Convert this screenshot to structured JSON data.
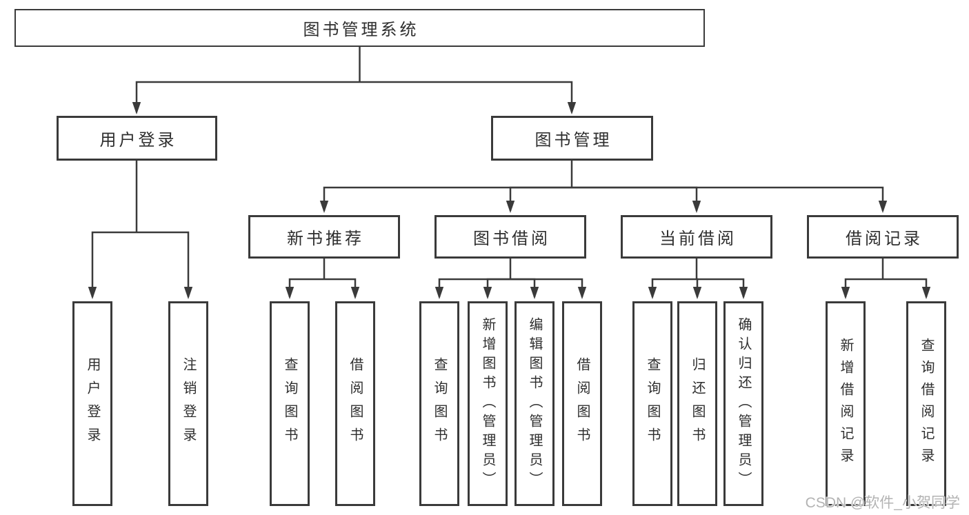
{
  "diagram": {
    "tree": {
      "label": "图书管理系统",
      "children": [
        {
          "label": "用户登录",
          "children": [
            {
              "label": "用户登录"
            },
            {
              "label": "注销登录"
            }
          ]
        },
        {
          "label": "图书管理",
          "children": [
            {
              "label": "新书推荐",
              "children": [
                {
                  "label": "查询图书"
                },
                {
                  "label": "借阅图书"
                }
              ]
            },
            {
              "label": "图书借阅",
              "children": [
                {
                  "label": "查询图书"
                },
                {
                  "label": "新增图书（管理员）"
                },
                {
                  "label": "编辑图书（管理员）"
                },
                {
                  "label": "借阅图书"
                }
              ]
            },
            {
              "label": "当前借阅",
              "children": [
                {
                  "label": "查询图书"
                },
                {
                  "label": "归还图书"
                },
                {
                  "label": "确认归还（管理员）"
                }
              ]
            },
            {
              "label": "借阅记录",
              "children": [
                {
                  "label": "新增借阅记录"
                },
                {
                  "label": "查询借阅记录"
                }
              ]
            }
          ]
        }
      ]
    }
  },
  "watermark": {
    "text": "CSDN @软件_小贺同学"
  },
  "colors": {
    "line": "#3a3a3a",
    "border": "#3a3a3a",
    "text": "#2e2e2e",
    "watermark": "#b3b3b3",
    "background": "#ffffff"
  }
}
